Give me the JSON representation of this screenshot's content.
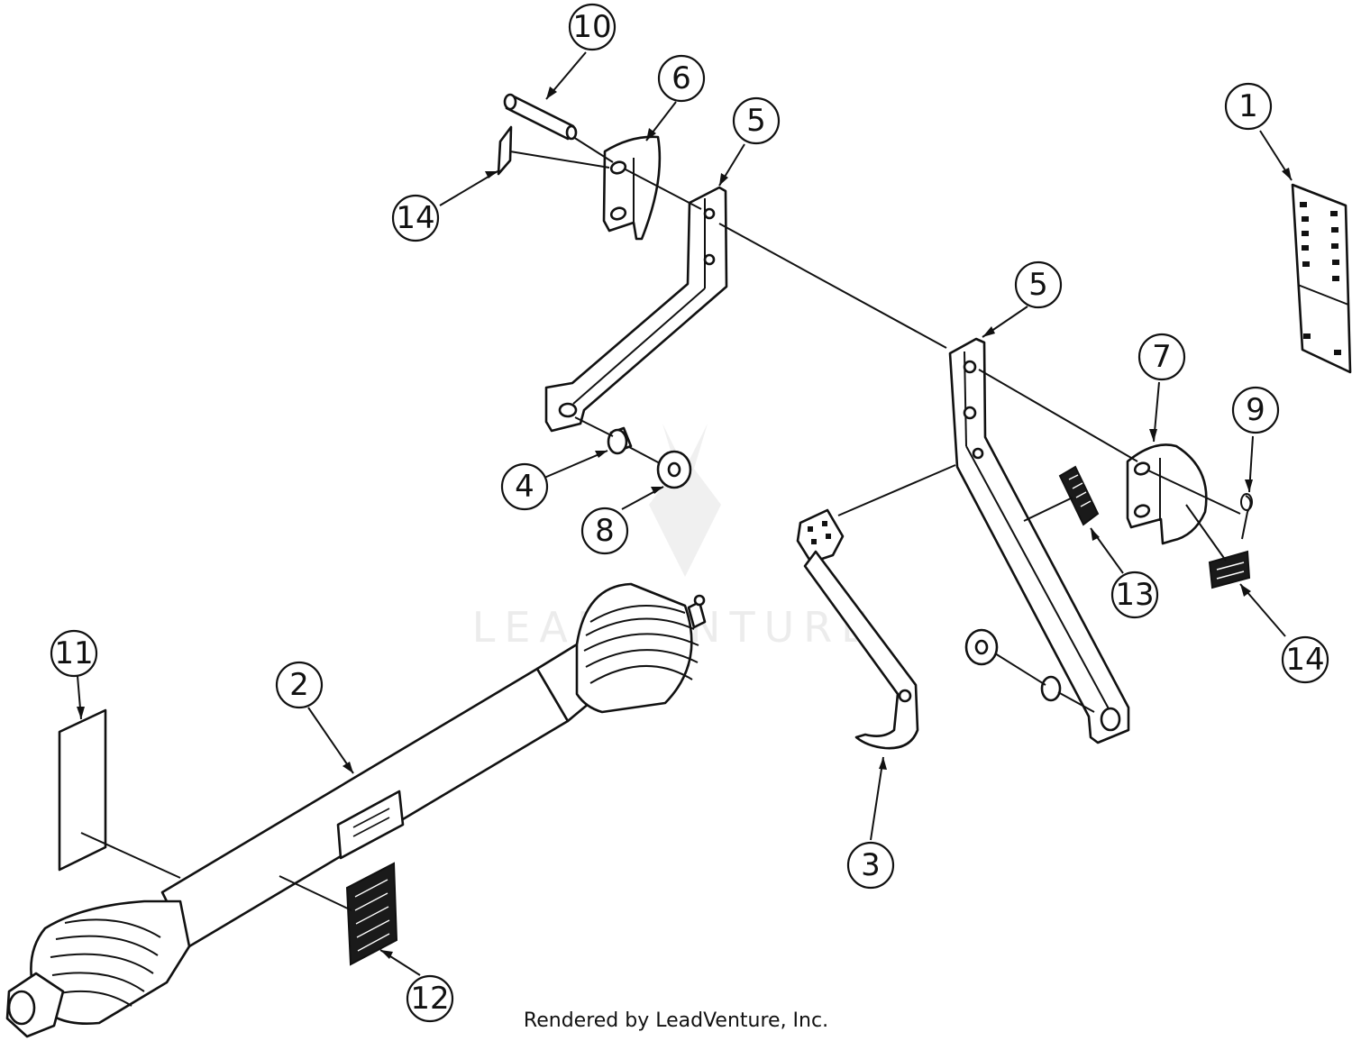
{
  "diagram": {
    "callouts": [
      "1",
      "2",
      "3",
      "4",
      "5",
      "5",
      "6",
      "7",
      "8",
      "9",
      "10",
      "11",
      "12",
      "13",
      "14",
      "14"
    ],
    "watermark": "LEADVENTURE",
    "credit": "Rendered by LeadVenture, Inc."
  },
  "colors": {
    "ink": "#111111",
    "paper": "#ffffff",
    "watermark": "#ececec"
  }
}
